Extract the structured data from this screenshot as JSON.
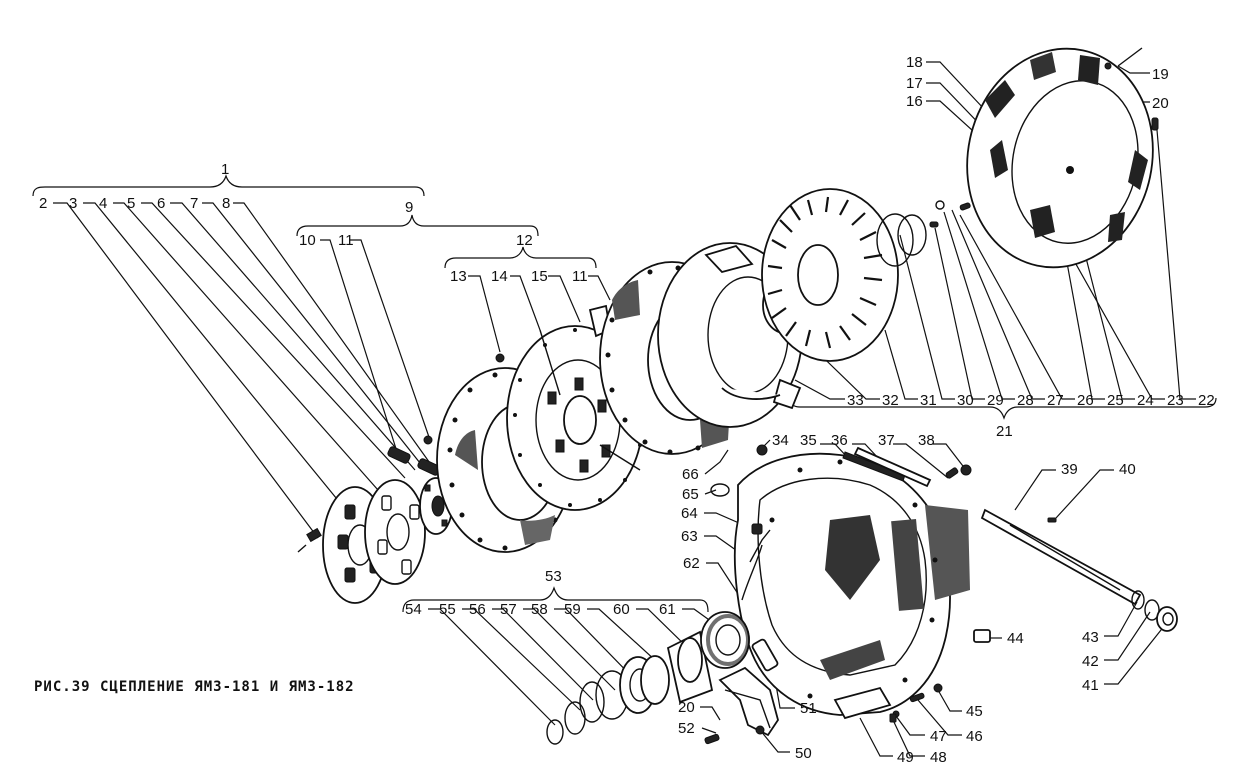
{
  "caption": "РИС.39 СЦЕПЛЕНИЕ ЯМЗ-181 И ЯМЗ-182",
  "labels": {
    "n1": "1",
    "n2": "2",
    "n3": "3",
    "n4": "4",
    "n5": "5",
    "n6": "6",
    "n7": "7",
    "n8": "8",
    "n9": "9",
    "n10": "10",
    "n11a": "11",
    "n11b": "11",
    "n12": "12",
    "n13": "13",
    "n14": "14",
    "n15": "15",
    "n16": "16",
    "n17": "17",
    "n18": "18",
    "n19": "19",
    "n20a": "20",
    "n20b": "20",
    "n21": "21",
    "n22": "22",
    "n23": "23",
    "n24": "24",
    "n25": "25",
    "n26": "26",
    "n27": "27",
    "n28": "28",
    "n29": "29",
    "n30": "30",
    "n31": "31",
    "n32": "32",
    "n33": "33",
    "n34": "34",
    "n35": "35",
    "n36": "36",
    "n37": "37",
    "n38": "38",
    "n39": "39",
    "n40": "40",
    "n41": "41",
    "n42": "42",
    "n43": "43",
    "n44": "44",
    "n45": "45",
    "n46": "46",
    "n47": "47",
    "n48": "48",
    "n49": "49",
    "n50": "50",
    "n51": "51",
    "n52": "52",
    "n53": "53",
    "n54": "54",
    "n55": "55",
    "n56": "56",
    "n57": "57",
    "n58": "58",
    "n59": "59",
    "n60": "60",
    "n61": "61",
    "n62": "62",
    "n63": "63",
    "n64": "64",
    "n65": "65",
    "n66": "66"
  }
}
